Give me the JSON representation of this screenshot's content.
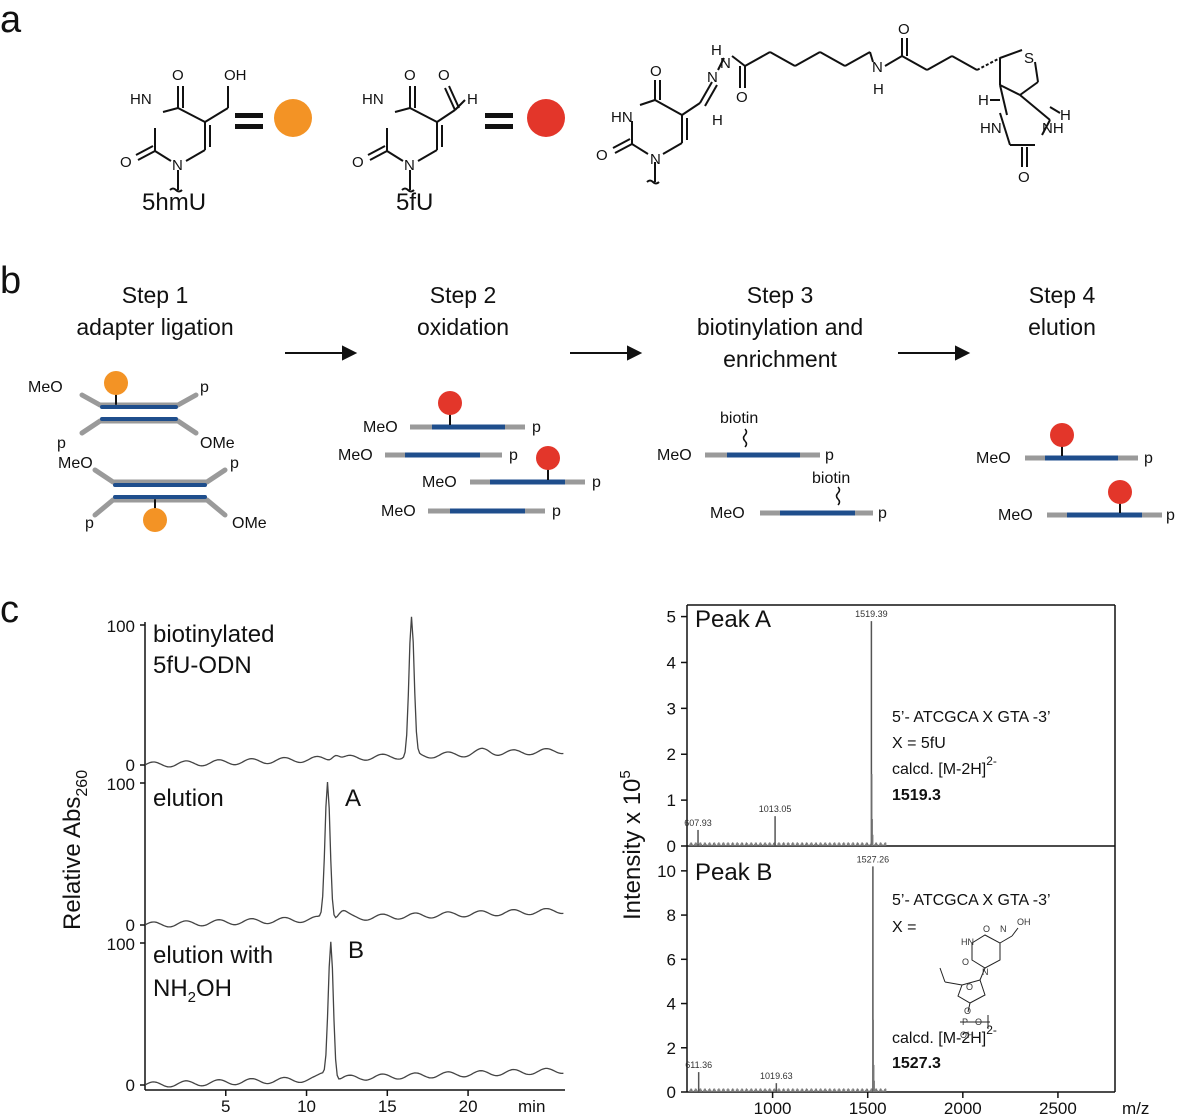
{
  "panel_a": {
    "label": "a",
    "mol1": {
      "name": "5hmU",
      "oh": "OH",
      "o": "O",
      "hn": "HN",
      "o2": "O",
      "n": "N",
      "color": "#f39325"
    },
    "mol2": {
      "name": "5fU",
      "o": "O",
      "h": "H",
      "hn": "HN",
      "o2": "O",
      "n": "N",
      "color": "#e3362a"
    },
    "mol3": {
      "atoms": [
        "H",
        "N",
        "N",
        "O",
        "N",
        "H",
        "O",
        "S",
        "H",
        "H",
        "HN",
        "NH",
        "O",
        "O",
        "HN",
        "O",
        "N",
        "H"
      ]
    }
  },
  "panel_b": {
    "label": "b",
    "steps": [
      {
        "title": "Step 1",
        "subtitle": "adapter ligation"
      },
      {
        "title": "Step 2",
        "subtitle": "oxidation"
      },
      {
        "title": "Step 3",
        "subtitle": "biotinylation and",
        "subtitle2": "enrichment"
      },
      {
        "title": "Step 4",
        "subtitle": "elution"
      }
    ],
    "labels": {
      "meo": "MeO",
      "ome": "OMe",
      "p": "p",
      "biotin": "biotin"
    },
    "strand_color": "#1f4e8c",
    "adapter_color": "#9a9a9a"
  },
  "panel_c": {
    "label": "c",
    "hplc": {
      "ylabel_main": "Relative Abs",
      "ylabel_sub": "260",
      "xlabel": "min",
      "xticks": [
        5,
        10,
        15,
        20
      ],
      "xrange": [
        0,
        26
      ],
      "traces": [
        {
          "label": "biotinylated",
          "label2": "5fU-ODN",
          "peak_label": "",
          "peak_x": 16.5,
          "ymax": "100",
          "ymin": "0"
        },
        {
          "label": "elution",
          "label2": "",
          "peak_label": "A",
          "peak_x": 11.3,
          "ymax": "100",
          "ymin": "0"
        },
        {
          "label": "elution with",
          "label2_main": "NH",
          "label2_sub": "2",
          "label2_tail": "OH",
          "peak_label": "B",
          "peak_x": 11.5,
          "ymax": "100",
          "ymin": "0"
        }
      ]
    },
    "ms": {
      "ylabel_main": "Intensity x 10",
      "ylabel_sup": "5",
      "xlabel": "m/z",
      "xticks": [
        1000,
        1500,
        2000,
        2500
      ],
      "xrange": [
        550,
        2800
      ],
      "peakA": {
        "title": "Peak A",
        "yticks": [
          0,
          1,
          2,
          3,
          4,
          5
        ],
        "ymax": 5.1,
        "peaks": [
          {
            "mz": 607.93,
            "h": 0.35,
            "label": "607.93"
          },
          {
            "mz": 1013.05,
            "h": 0.65,
            "label": "1013.05"
          },
          {
            "mz": 1519.39,
            "h": 4.9,
            "label": "1519.39"
          }
        ],
        "seq": "5’- ATCGCA X GTA -3’",
        "x_def": "X = 5fU",
        "calcd": "calcd. [M-2H]",
        "calcd_sup": "2-",
        "mass": "1519.3"
      },
      "peakB": {
        "title": "Peak B",
        "yticks": [
          0,
          2,
          4,
          6,
          8,
          10
        ],
        "ymax": 10.4,
        "peaks": [
          {
            "mz": 611.36,
            "h": 0.9,
            "label": "611.36"
          },
          {
            "mz": 1019.63,
            "h": 0.4,
            "label": "1019.63"
          },
          {
            "mz": 1527.26,
            "h": 10.2,
            "label": "1527.26"
          }
        ],
        "seq": "5’- ATCGCA X GTA -3’",
        "x_def": "X =",
        "calcd": "calcd. [M-2H]",
        "calcd_sup": "2-",
        "mass": "1527.3",
        "struct_atoms": [
          "O",
          "OH",
          "HN",
          "N",
          "O",
          "N",
          "O",
          "O",
          "P",
          "O",
          "OH"
        ]
      }
    }
  }
}
